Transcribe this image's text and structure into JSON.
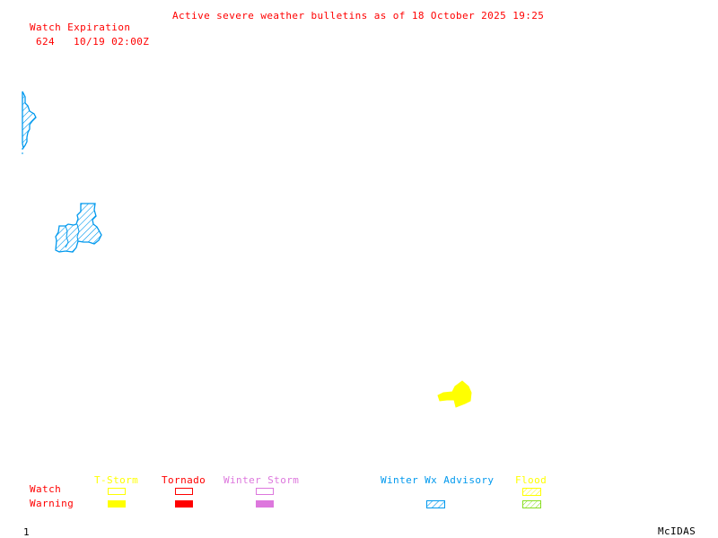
{
  "header": {
    "title": "Active severe weather bulletins as of 18 October 2025 19:25"
  },
  "watch_expiration": {
    "label": "Watch Expiration",
    "entries": [
      {
        "watch_number": "624",
        "expires": "10/19 02:00Z"
      }
    ]
  },
  "legend": {
    "row_labels": {
      "watch": "Watch",
      "warning": "Warning"
    },
    "categories": [
      {
        "name": "T-Storm",
        "color": "#ffff00",
        "watch_style": "outline",
        "warning_style": "filled"
      },
      {
        "name": "Tornado",
        "color": "#ff0000",
        "watch_style": "outline",
        "warning_style": "filled"
      },
      {
        "name": "Winter Storm",
        "color": "#dd77dd",
        "watch_style": "outline",
        "warning_style": "filled"
      },
      {
        "name": "Winter Wx Advisory",
        "color": "#0099ee",
        "warning_style": "hatched"
      },
      {
        "name": "Flood",
        "color": "#ffff00",
        "watch_style": "hatched",
        "warning_style": "hatched",
        "warning_color": "#88dd22"
      }
    ]
  },
  "map_features": [
    {
      "type": "Winter Wx Advisory",
      "style": "hatched",
      "color": "#0099ee",
      "location": "upper-left edge"
    },
    {
      "type": "Winter Wx Advisory",
      "style": "hatched",
      "color": "#0099ee",
      "location": "left-center"
    },
    {
      "type": "T-Storm Warning",
      "style": "filled",
      "color": "#ffff00",
      "location": "lower-center"
    }
  ],
  "footer": {
    "frame_number": "1",
    "software": "McIDAS"
  }
}
